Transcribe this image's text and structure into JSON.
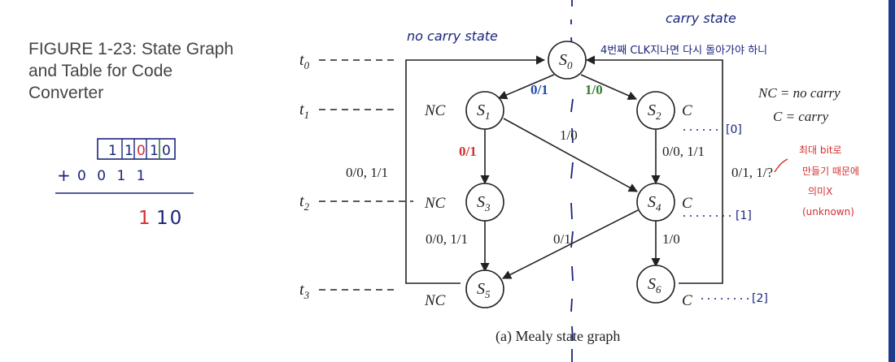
{
  "figure": {
    "title_lines": [
      "FIGURE 1-23: State Graph",
      "and Table for Code",
      "Converter"
    ],
    "caption": "(a) Mealy state graph"
  },
  "states": [
    {
      "id": "s0",
      "label": "S",
      "sub": "0",
      "tag": ""
    },
    {
      "id": "s1",
      "label": "S",
      "sub": "1",
      "tag": "NC"
    },
    {
      "id": "s2",
      "label": "S",
      "sub": "2",
      "tag": "C"
    },
    {
      "id": "s3",
      "label": "S",
      "sub": "3",
      "tag": "NC"
    },
    {
      "id": "s4",
      "label": "S",
      "sub": "4",
      "tag": "C"
    },
    {
      "id": "s5",
      "label": "S",
      "sub": "5",
      "tag": "NC"
    },
    {
      "id": "s6",
      "label": "S",
      "sub": "6",
      "tag": "C"
    }
  ],
  "time_labels": [
    {
      "t": "t",
      "sub": "0"
    },
    {
      "t": "t",
      "sub": "1"
    },
    {
      "t": "t",
      "sub": "2"
    },
    {
      "t": "t",
      "sub": "3"
    }
  ],
  "edges": {
    "s0_s1": "0/1",
    "s0_s2": "1/0",
    "s1_s3": "0/1",
    "s1_s4": "1/0",
    "s2_s4": "0/0, 1/1",
    "s3_s5": "0/0, 1/1",
    "s4_s5": "0/1",
    "s4_s6": "1/0",
    "s5_s0": "0/0, 1/1",
    "s6_s0": "0/1, 1/?"
  },
  "legend": {
    "nc": "NC = no carry",
    "c": "C = carry"
  },
  "handwriting": {
    "no_carry_state": "no carry state",
    "carry_state": "carry state",
    "korean_note_top": "4번째 CLK지나면 다시 돌아가야 하니",
    "korean_note_right_1": "최대 bit로",
    "korean_note_right_2": "만들기 때문에",
    "korean_note_right_3": "의미X",
    "korean_note_right_4": "(unknown)",
    "bracket_0": "[0]",
    "bracket_1": "[1]",
    "bracket_2": "[2]",
    "sum_top_digits": [
      "1",
      "1",
      "0",
      "1",
      "0"
    ],
    "sum_plus": "+",
    "sum_addend": "0 0 1 1",
    "sum_result_red": "1",
    "sum_result_blue": "10"
  },
  "colors": {
    "ink": "#222222",
    "blue_ink": "#1a237e",
    "red_ink": "#d32f2f",
    "green_ink": "#2e7d32",
    "purple_ink": "#5e35b1",
    "label_blue": "#1e4aa8"
  }
}
